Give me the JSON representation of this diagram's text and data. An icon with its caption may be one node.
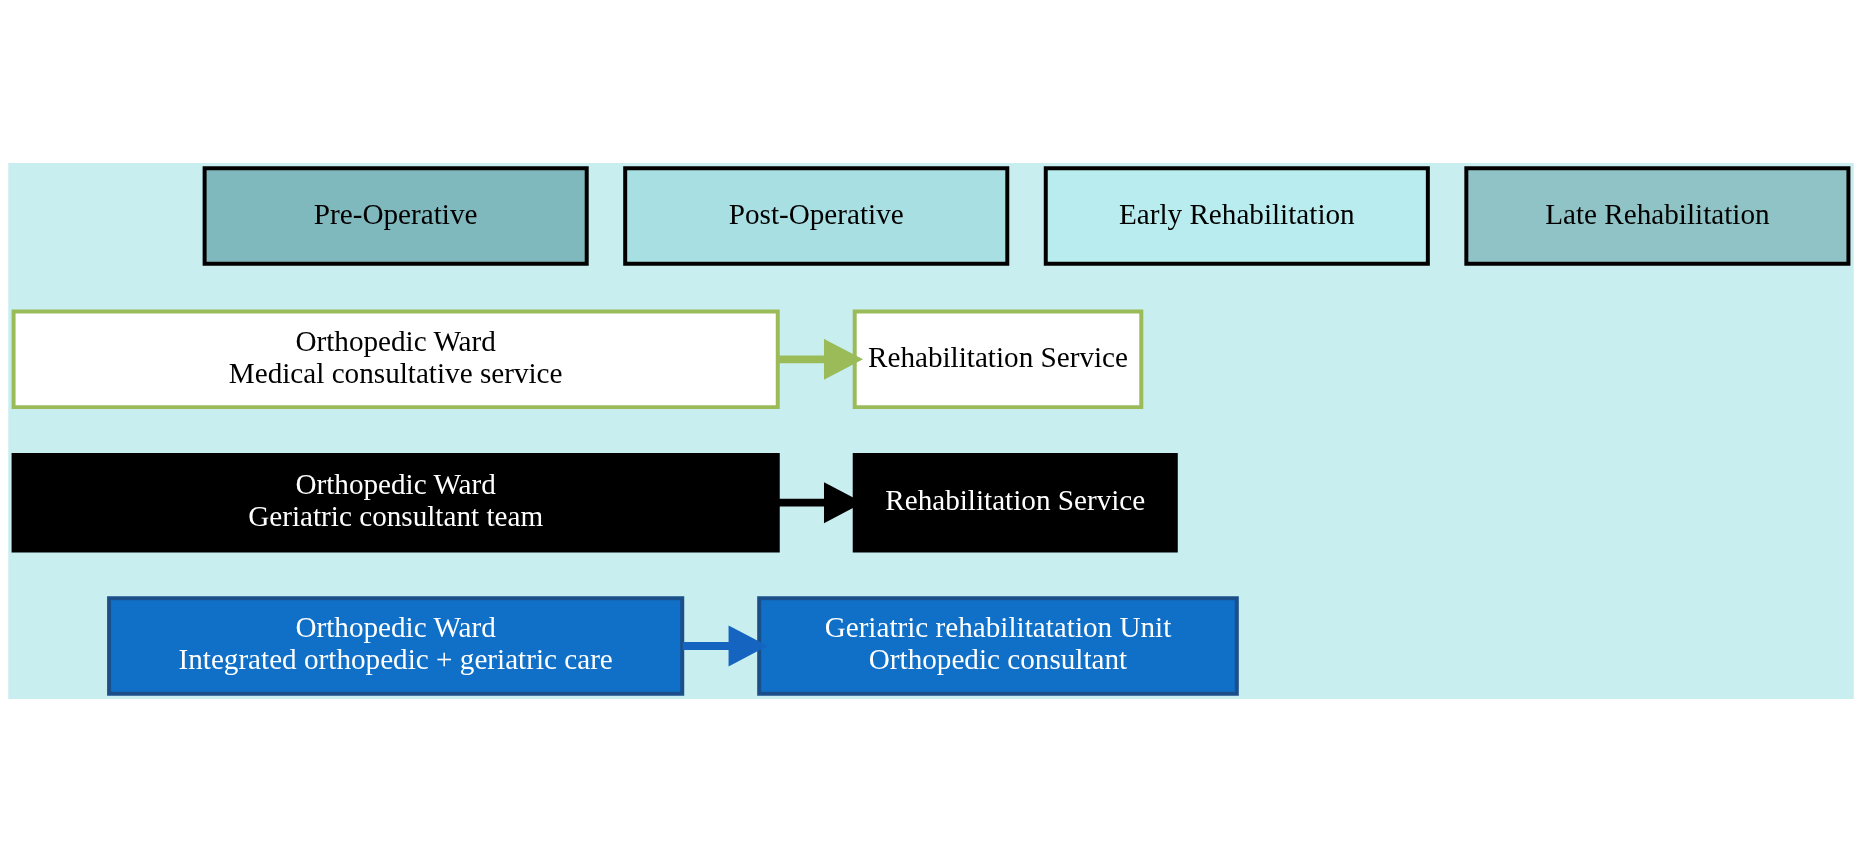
{
  "diagram": {
    "nodes": [
      {
        "text": [
          "Pre-Operative"
        ]
      },
      {
        "text": [
          "Post-Operative"
        ]
      },
      {
        "text": [
          "Early Rehabilitation"
        ]
      },
      {
        "text": [
          "Late Rehabilitation"
        ]
      },
      {
        "text": [
          "Orthopedic Ward",
          "Medical consultative service"
        ]
      },
      {
        "text": [
          "Rehabilitation Service"
        ]
      },
      {
        "text": [
          "Orthopedic Ward",
          "Geriatric consultant team"
        ]
      },
      {
        "text": [
          "Rehabilitation Service"
        ]
      },
      {
        "text": [
          "Orthopedic Ward",
          "Integrated orthopedic + geriatric care"
        ]
      },
      {
        "text": [
          "Geriatric rehabilitatation Unit",
          "Orthopedic consultant"
        ]
      }
    ],
    "edges": [
      {
        "from": 4,
        "to": 5,
        "arrow": "to",
        "color": "#9bbb59"
      },
      {
        "from": 6,
        "to": 7,
        "arrow": "to",
        "color": "#000000"
      },
      {
        "from": 8,
        "to": 9,
        "arrow": "to",
        "color": "#1565c0"
      }
    ]
  }
}
